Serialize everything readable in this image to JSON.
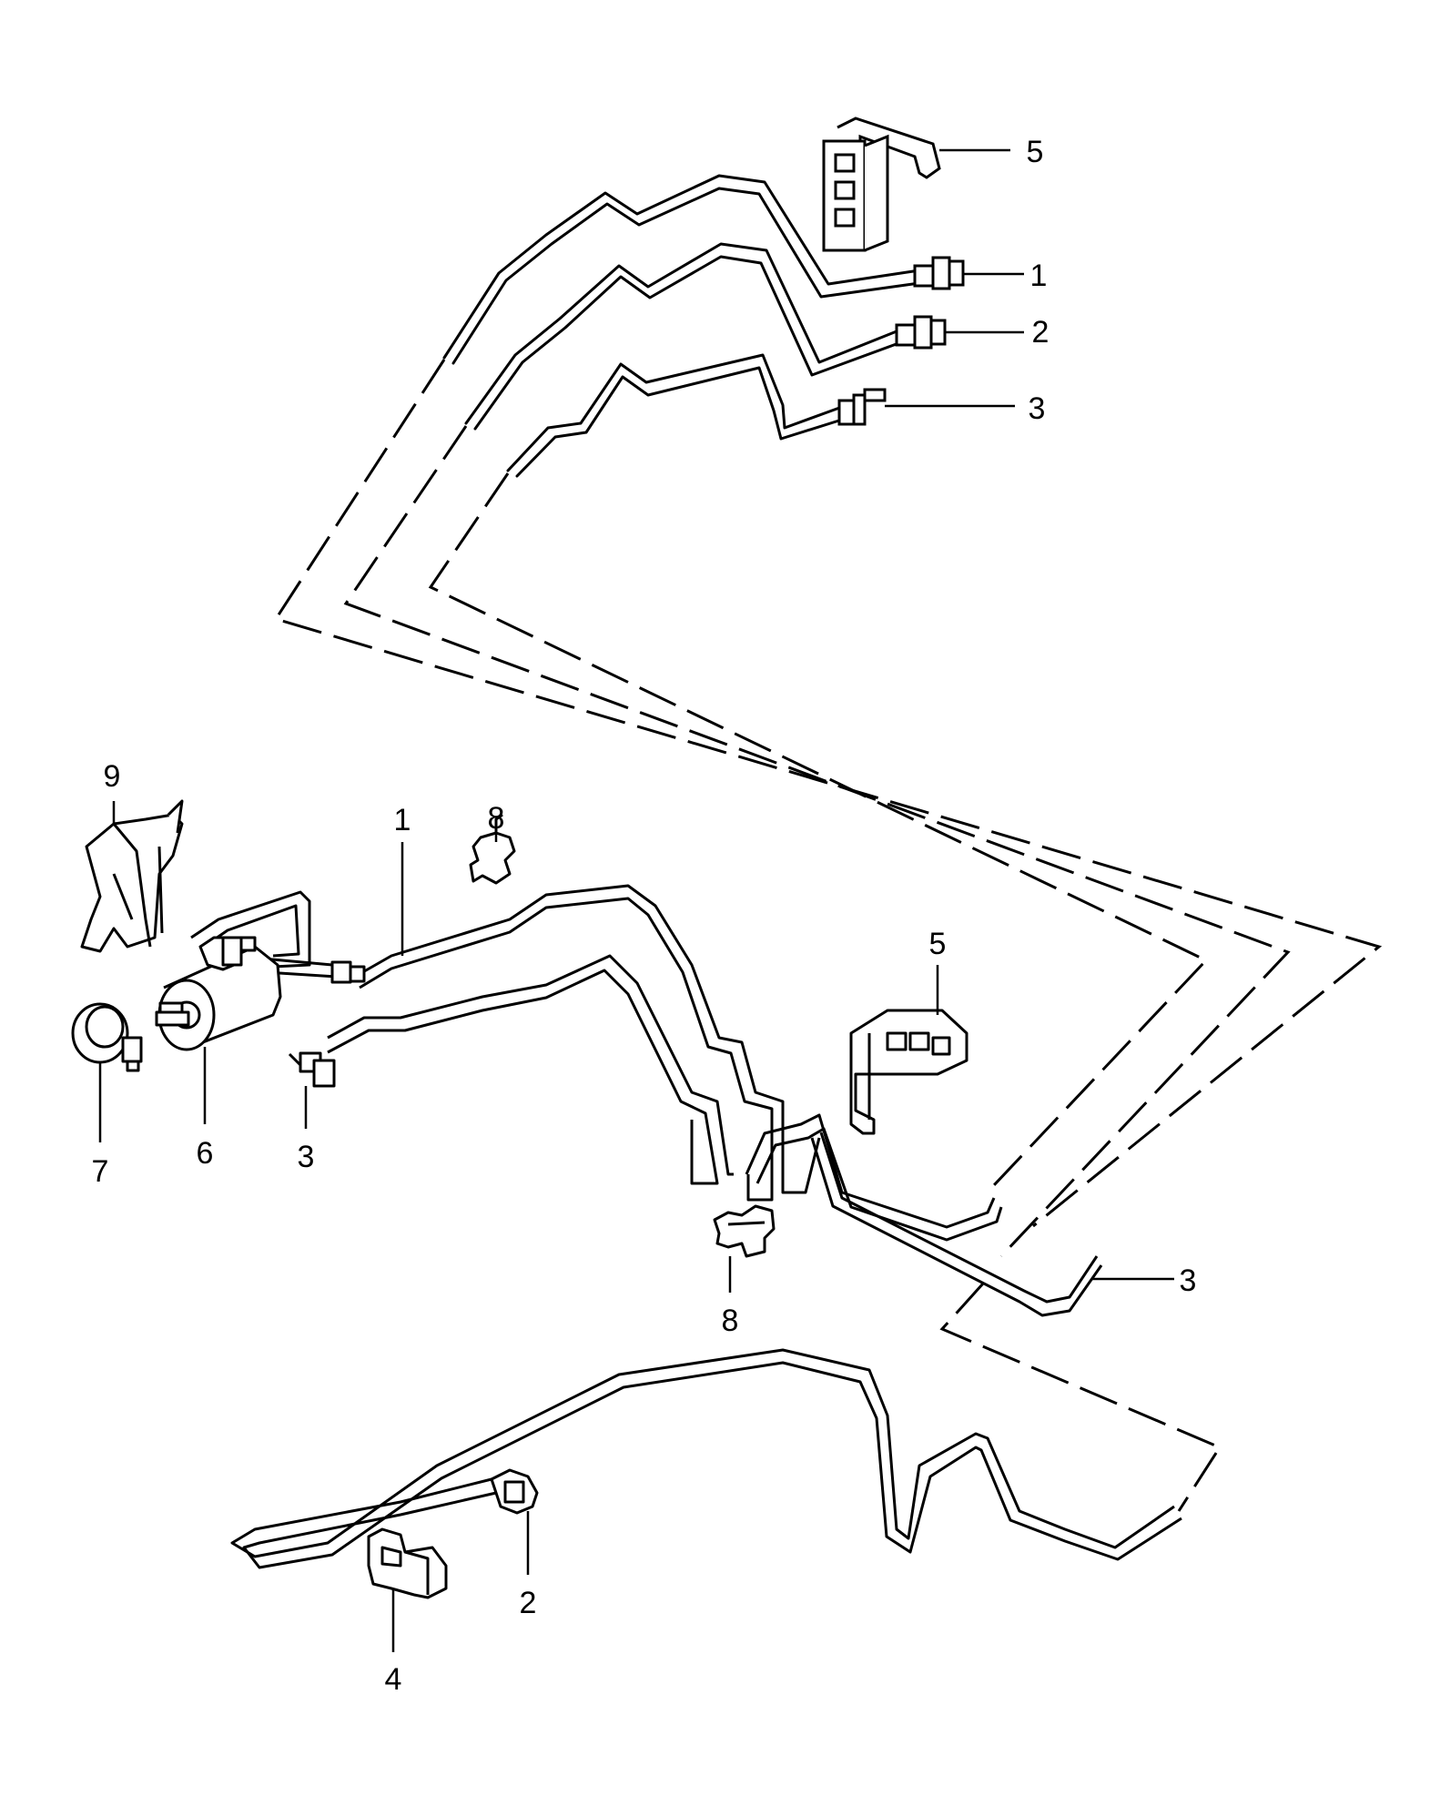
{
  "diagram": {
    "callouts": [
      {
        "id": "c5-top",
        "label": "5"
      },
      {
        "id": "c1-top",
        "label": "1"
      },
      {
        "id": "c2-top",
        "label": "2"
      },
      {
        "id": "c3-top",
        "label": "3"
      },
      {
        "id": "c9",
        "label": "9"
      },
      {
        "id": "c1-mid",
        "label": "1"
      },
      {
        "id": "c8-top",
        "label": "8"
      },
      {
        "id": "c5-mid",
        "label": "5"
      },
      {
        "id": "c7",
        "label": "7"
      },
      {
        "id": "c6",
        "label": "6"
      },
      {
        "id": "c3-left",
        "label": "3"
      },
      {
        "id": "c8-bottom",
        "label": "8"
      },
      {
        "id": "c3-right",
        "label": "3"
      },
      {
        "id": "c2-bottom",
        "label": "2"
      },
      {
        "id": "c4",
        "label": "4"
      }
    ],
    "line_color": "#000000",
    "background": "#ffffff"
  }
}
